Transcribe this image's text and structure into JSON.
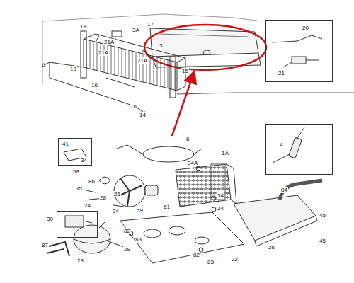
{
  "diagram": {
    "nodes": [
      {
        "text": [
          "20",
          "21"
        ]
      },
      {
        "text": [
          "4"
        ]
      },
      {
        "text": [
          "41",
          "34"
        ]
      },
      {
        "text": [
          "30"
        ]
      }
    ],
    "labels": [
      "17",
      "18",
      "3A",
      "21A",
      "3",
      "21A",
      "21A",
      "15",
      "19",
      "16",
      "16",
      "14",
      "6",
      "1A",
      "34A",
      "58",
      "86",
      "35",
      "25",
      "28",
      "24",
      "24",
      "59",
      "61",
      "34",
      "34",
      "84",
      "45",
      "45",
      "26",
      "82",
      "83",
      "29",
      "22",
      "82",
      "83",
      "87",
      "23"
    ]
  }
}
